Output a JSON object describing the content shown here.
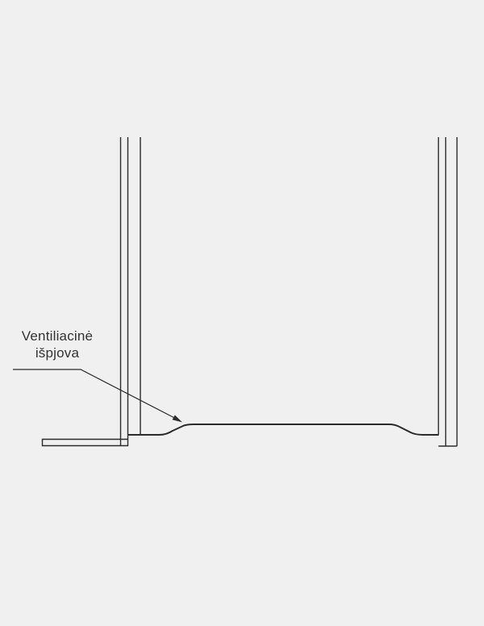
{
  "diagram": {
    "title": "ventilation-notch-section-drawing",
    "label": {
      "line1": "Ventiliacinė",
      "line2": "išpjova"
    }
  },
  "colors": {
    "background": "#f0f0f0",
    "line": "#2b2b2b",
    "text": "#333333"
  }
}
